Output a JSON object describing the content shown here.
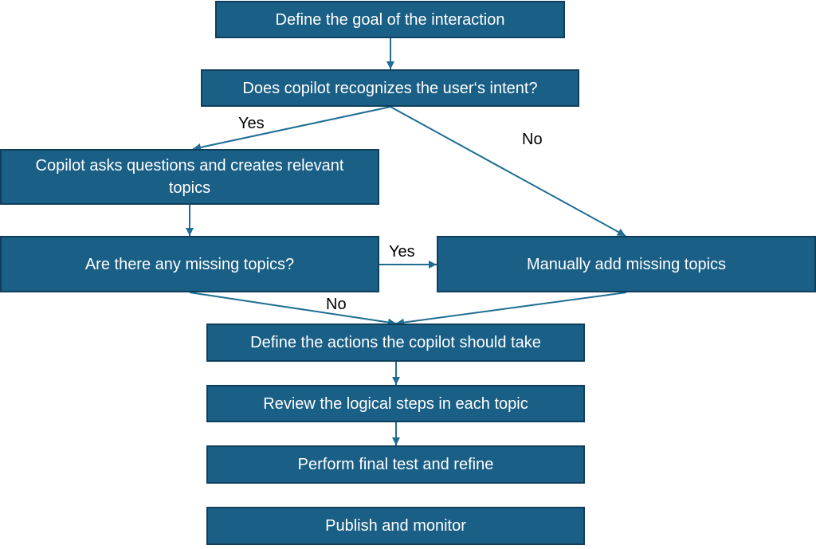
{
  "diagram": {
    "colors": {
      "box_fill": "#1a5f86",
      "box_border": "#0f3f5c",
      "box_text": "#ffffff",
      "connector": "#1f6d93",
      "label_text": "#000000"
    },
    "steps": {
      "define_goal": "Define the goal of the interaction",
      "recognize_intent": "Does copilot recognizes the user‘s intent?",
      "copilot_asks": "Copilot asks questions and creates relevant topics",
      "missing_topics": "Are there any missing topics?",
      "manually_add": "Manually add missing topics",
      "define_actions": "Define the actions the copilot should take",
      "review_steps": "Review the logical steps in each topic",
      "final_test": "Perform final test and refine",
      "publish": "Publish and monitor"
    },
    "edge_labels": {
      "intent_yes": "Yes",
      "intent_no": "No",
      "missing_yes": "Yes",
      "missing_no": "No"
    }
  }
}
